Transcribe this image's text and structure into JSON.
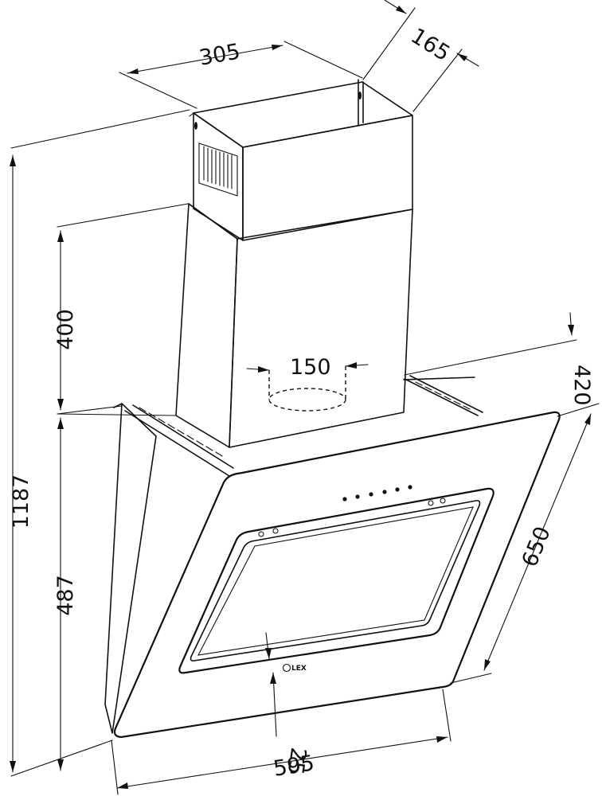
{
  "brand": "LEX",
  "dimensions": {
    "d305": "305",
    "d165": "165",
    "d1187": "1187",
    "d400": "400",
    "d487": "487",
    "d150": "150",
    "d420": "420",
    "d650": "650",
    "d25": "25",
    "d595": "595"
  }
}
